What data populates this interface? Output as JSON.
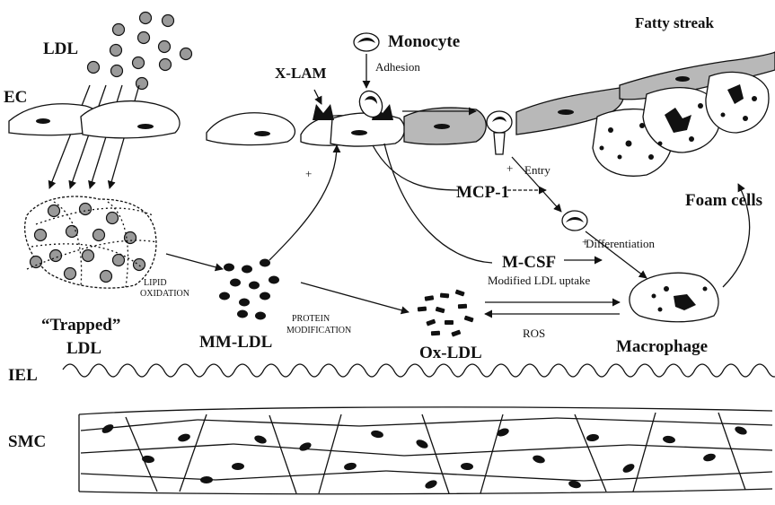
{
  "labels": {
    "ldl_top": "LDL",
    "ec": "EC",
    "x_lam": "X-LAM",
    "monocyte": "Monocyte",
    "adhesion": "Adhesion",
    "fatty_streak": "Fatty streak",
    "entry": "Entry",
    "foam_cells": "Foam cells",
    "mcp1": "MCP-1",
    "differentiation": "Differentiation",
    "m_csf": "M-CSF",
    "modified_ldl_uptake": "Modified LDL uptake",
    "lipid": "LIPID",
    "oxidation": "OXIDATION",
    "trapped": "“Trapped”",
    "ldl_bottom": "LDL",
    "mm_ldl": "MM-LDL",
    "protein": "PROTEIN",
    "modification": "MODIFICATION",
    "ox_ldl": "Ox-LDL",
    "ros": "ROS",
    "macrophage": "Macrophage",
    "iel": "IEL",
    "smc": "SMC",
    "plus": "+"
  }
}
